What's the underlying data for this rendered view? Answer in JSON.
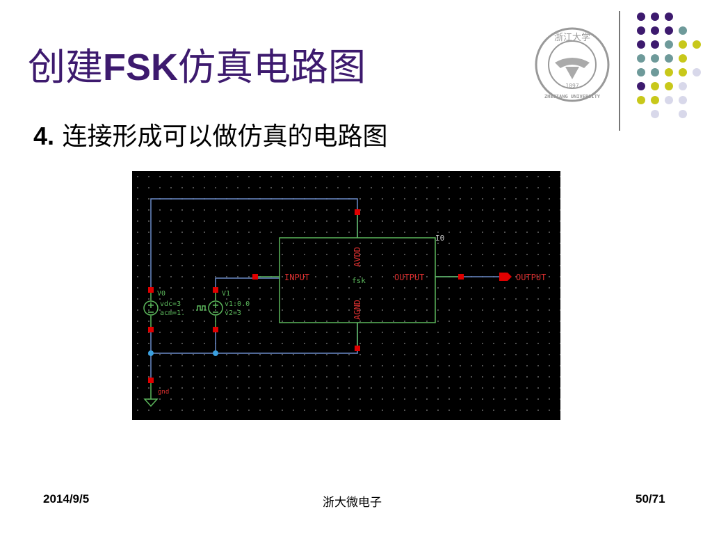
{
  "slide": {
    "title_prefix": "创建",
    "title_bold": "FSK",
    "title_suffix": "仿真电路图",
    "subtitle_num": "4.",
    "subtitle_text": " 连接形成可以做仿真的电路图"
  },
  "logo": {
    "chars": "浙江大学",
    "year": "1897",
    "name": "ZHEJIANG UNIVERSITY"
  },
  "colors": {
    "title": "#3d1a6e",
    "dot_purple": "#3d1a6e",
    "dot_teal": "#6e9a9a",
    "dot_yellow": "#c8c81a",
    "dot_lavender": "#d8d8ea",
    "wire": "#6a8ac8",
    "component": "#5cb85c",
    "pin": "#e00000",
    "junction": "#3aa0e0"
  },
  "schematic": {
    "instance": "I0",
    "cell": "fsk",
    "pins": {
      "avdd": "AVDD",
      "agnd": "AGND",
      "input": "INPUT",
      "output": "OUTPUT"
    },
    "output_port": "OUTPUT",
    "v0": {
      "name": "V0",
      "p1": "vdc=3",
      "p2": "acm=1."
    },
    "v1": {
      "name": "V1",
      "p1": "v1:0.0",
      "p2": "v2=3"
    },
    "gnd": "gnd"
  },
  "footer": {
    "date": "2014/9/5",
    "center": "浙大微电子",
    "page": "50/71"
  }
}
